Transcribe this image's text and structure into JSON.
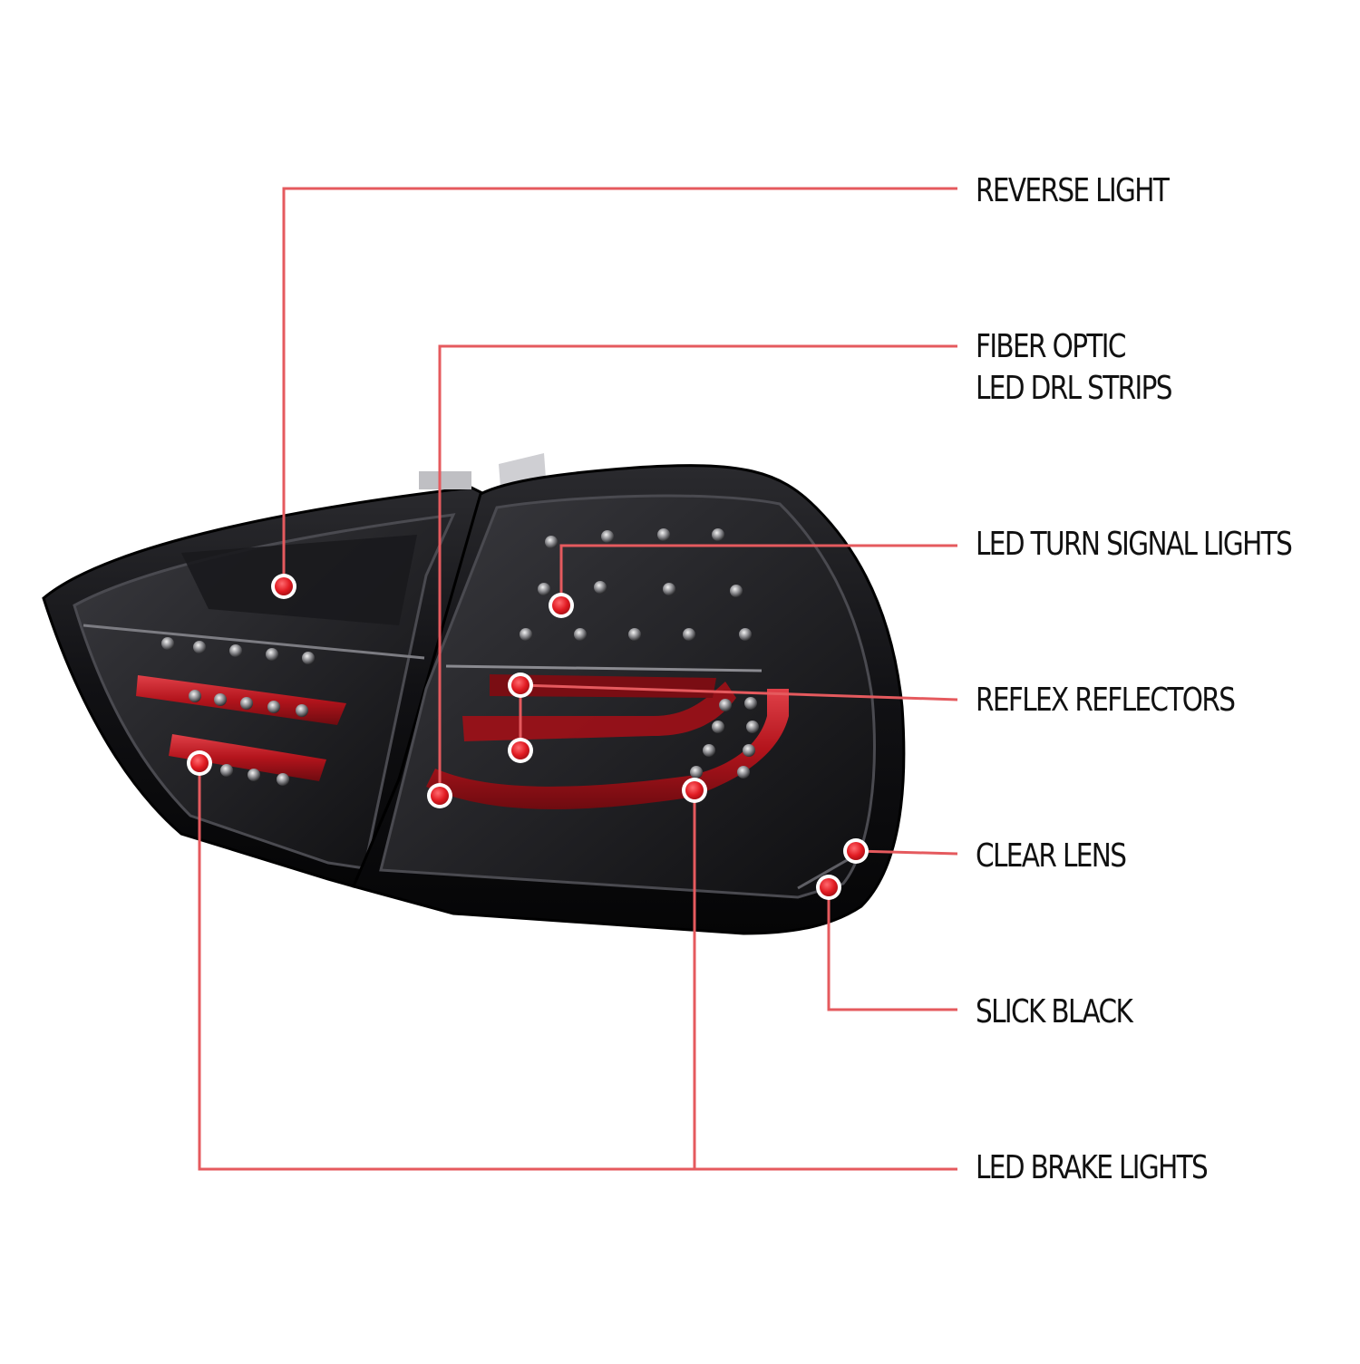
{
  "colors": {
    "background": "#ffffff",
    "callout_line": "#e55a5e",
    "marker_dot": "#e11b22",
    "label_text": "#111111",
    "housing_black": "#0b0b0d",
    "light_bar_red": "#b3141c"
  },
  "diagram": {
    "subject": "taillight-assembly",
    "callouts": [
      {
        "id": "reverse-light",
        "lines": [
          "REVERSE LIGHT"
        ]
      },
      {
        "id": "fiber-optic-led-drl-strips",
        "lines": [
          "FIBER OPTIC",
          "LED DRL STRIPS"
        ]
      },
      {
        "id": "led-turn-signal-lights",
        "lines": [
          "LED TURN SIGNAL LIGHTS"
        ]
      },
      {
        "id": "reflex-reflectors",
        "lines": [
          "REFLEX REFLECTORS"
        ]
      },
      {
        "id": "clear-lens",
        "lines": [
          "CLEAR LENS"
        ]
      },
      {
        "id": "slick-black",
        "lines": [
          "SLICK BLACK"
        ]
      },
      {
        "id": "led-brake-lights",
        "lines": [
          "LED BRAKE LIGHTS"
        ]
      }
    ]
  }
}
